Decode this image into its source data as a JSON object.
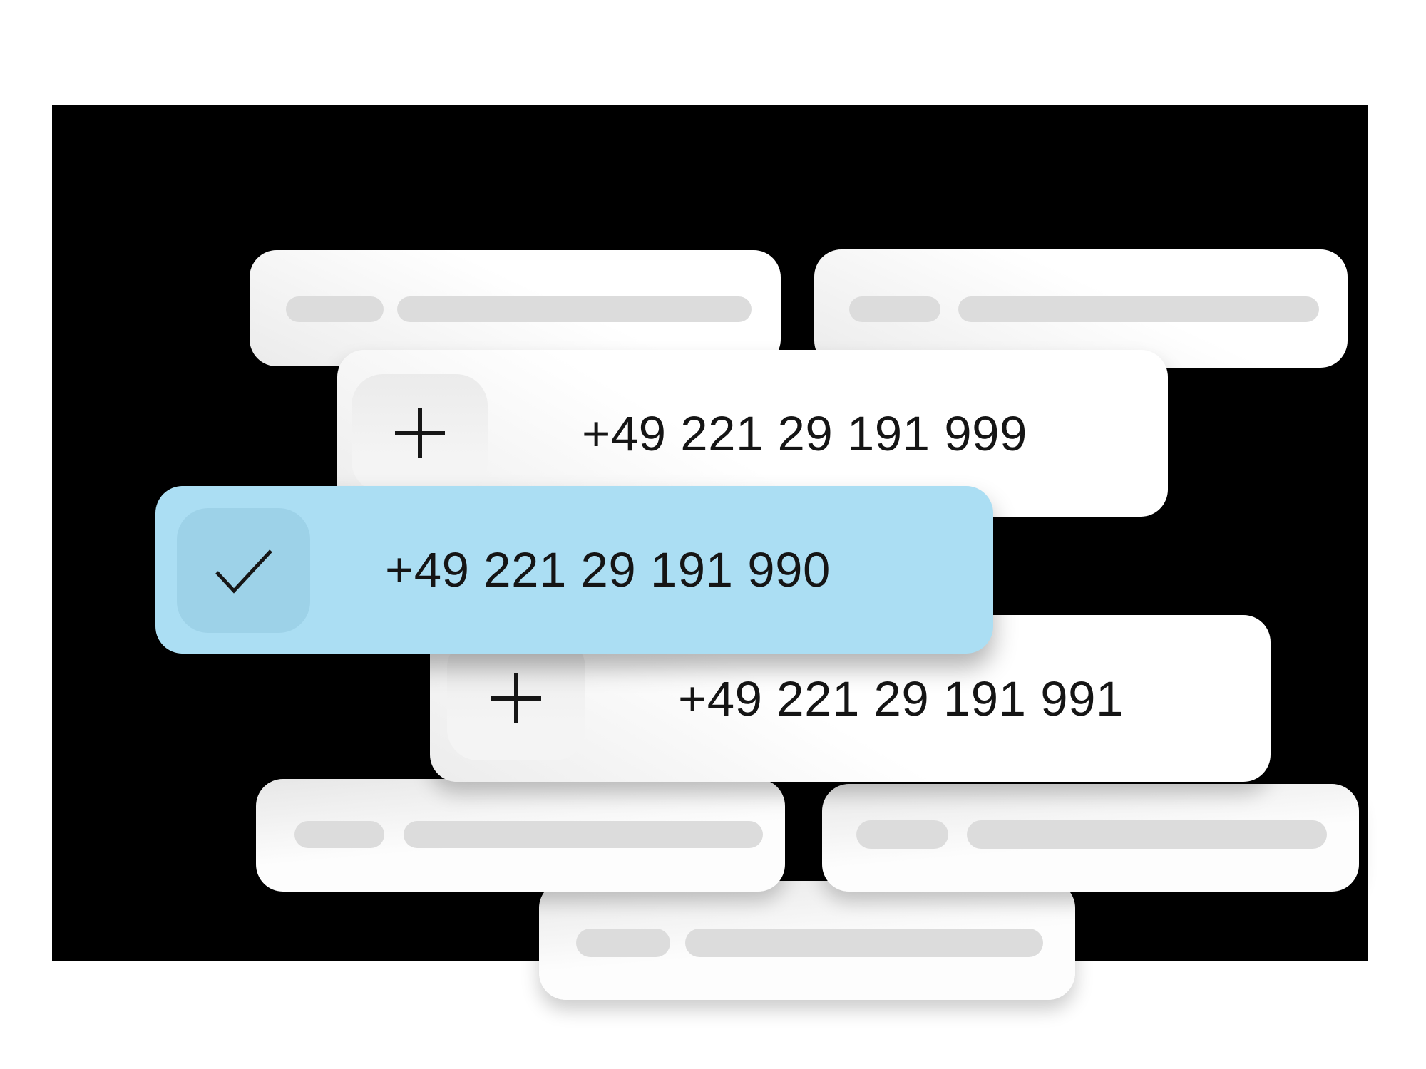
{
  "colors": {
    "page_background": "#ffffff",
    "board_background": "#000000",
    "selected_row_background": "#abdef3",
    "selected_checkbox_background": "#9dd2e8",
    "placeholder_pill": "#dcdcdc",
    "text": "#151515"
  },
  "phone_options": [
    {
      "number": "+49 221 29 191 999",
      "icon": "plus-icon",
      "selected": false
    },
    {
      "number": "+49 221 29 191 990",
      "icon": "check-icon",
      "selected": true
    },
    {
      "number": "+49 221 29 191 991",
      "icon": "plus-icon",
      "selected": false
    }
  ]
}
